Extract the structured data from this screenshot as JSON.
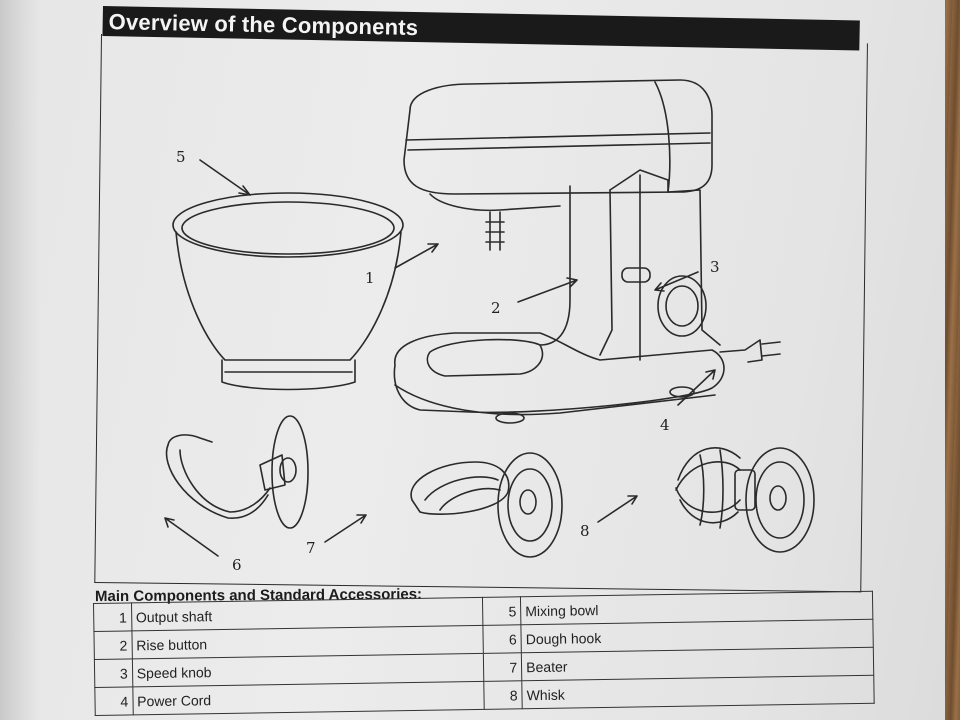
{
  "header": {
    "title": "Overview of the Components"
  },
  "callouts": [
    "1",
    "2",
    "3",
    "4",
    "5",
    "6",
    "7",
    "8"
  ],
  "table": {
    "title": "Main Components and Standard Accessories:",
    "rows": [
      {
        "left_num": "1",
        "left_name": "Output shaft",
        "right_num": "5",
        "right_name": "Mixing bowl"
      },
      {
        "left_num": "2",
        "left_name": "Rise button",
        "right_num": "6",
        "right_name": "Dough hook"
      },
      {
        "left_num": "3",
        "left_name": "Speed knob",
        "right_num": "7",
        "right_name": "Beater"
      },
      {
        "left_num": "4",
        "left_name": "Power Cord",
        "right_num": "8",
        "right_name": "Whisk"
      }
    ]
  }
}
